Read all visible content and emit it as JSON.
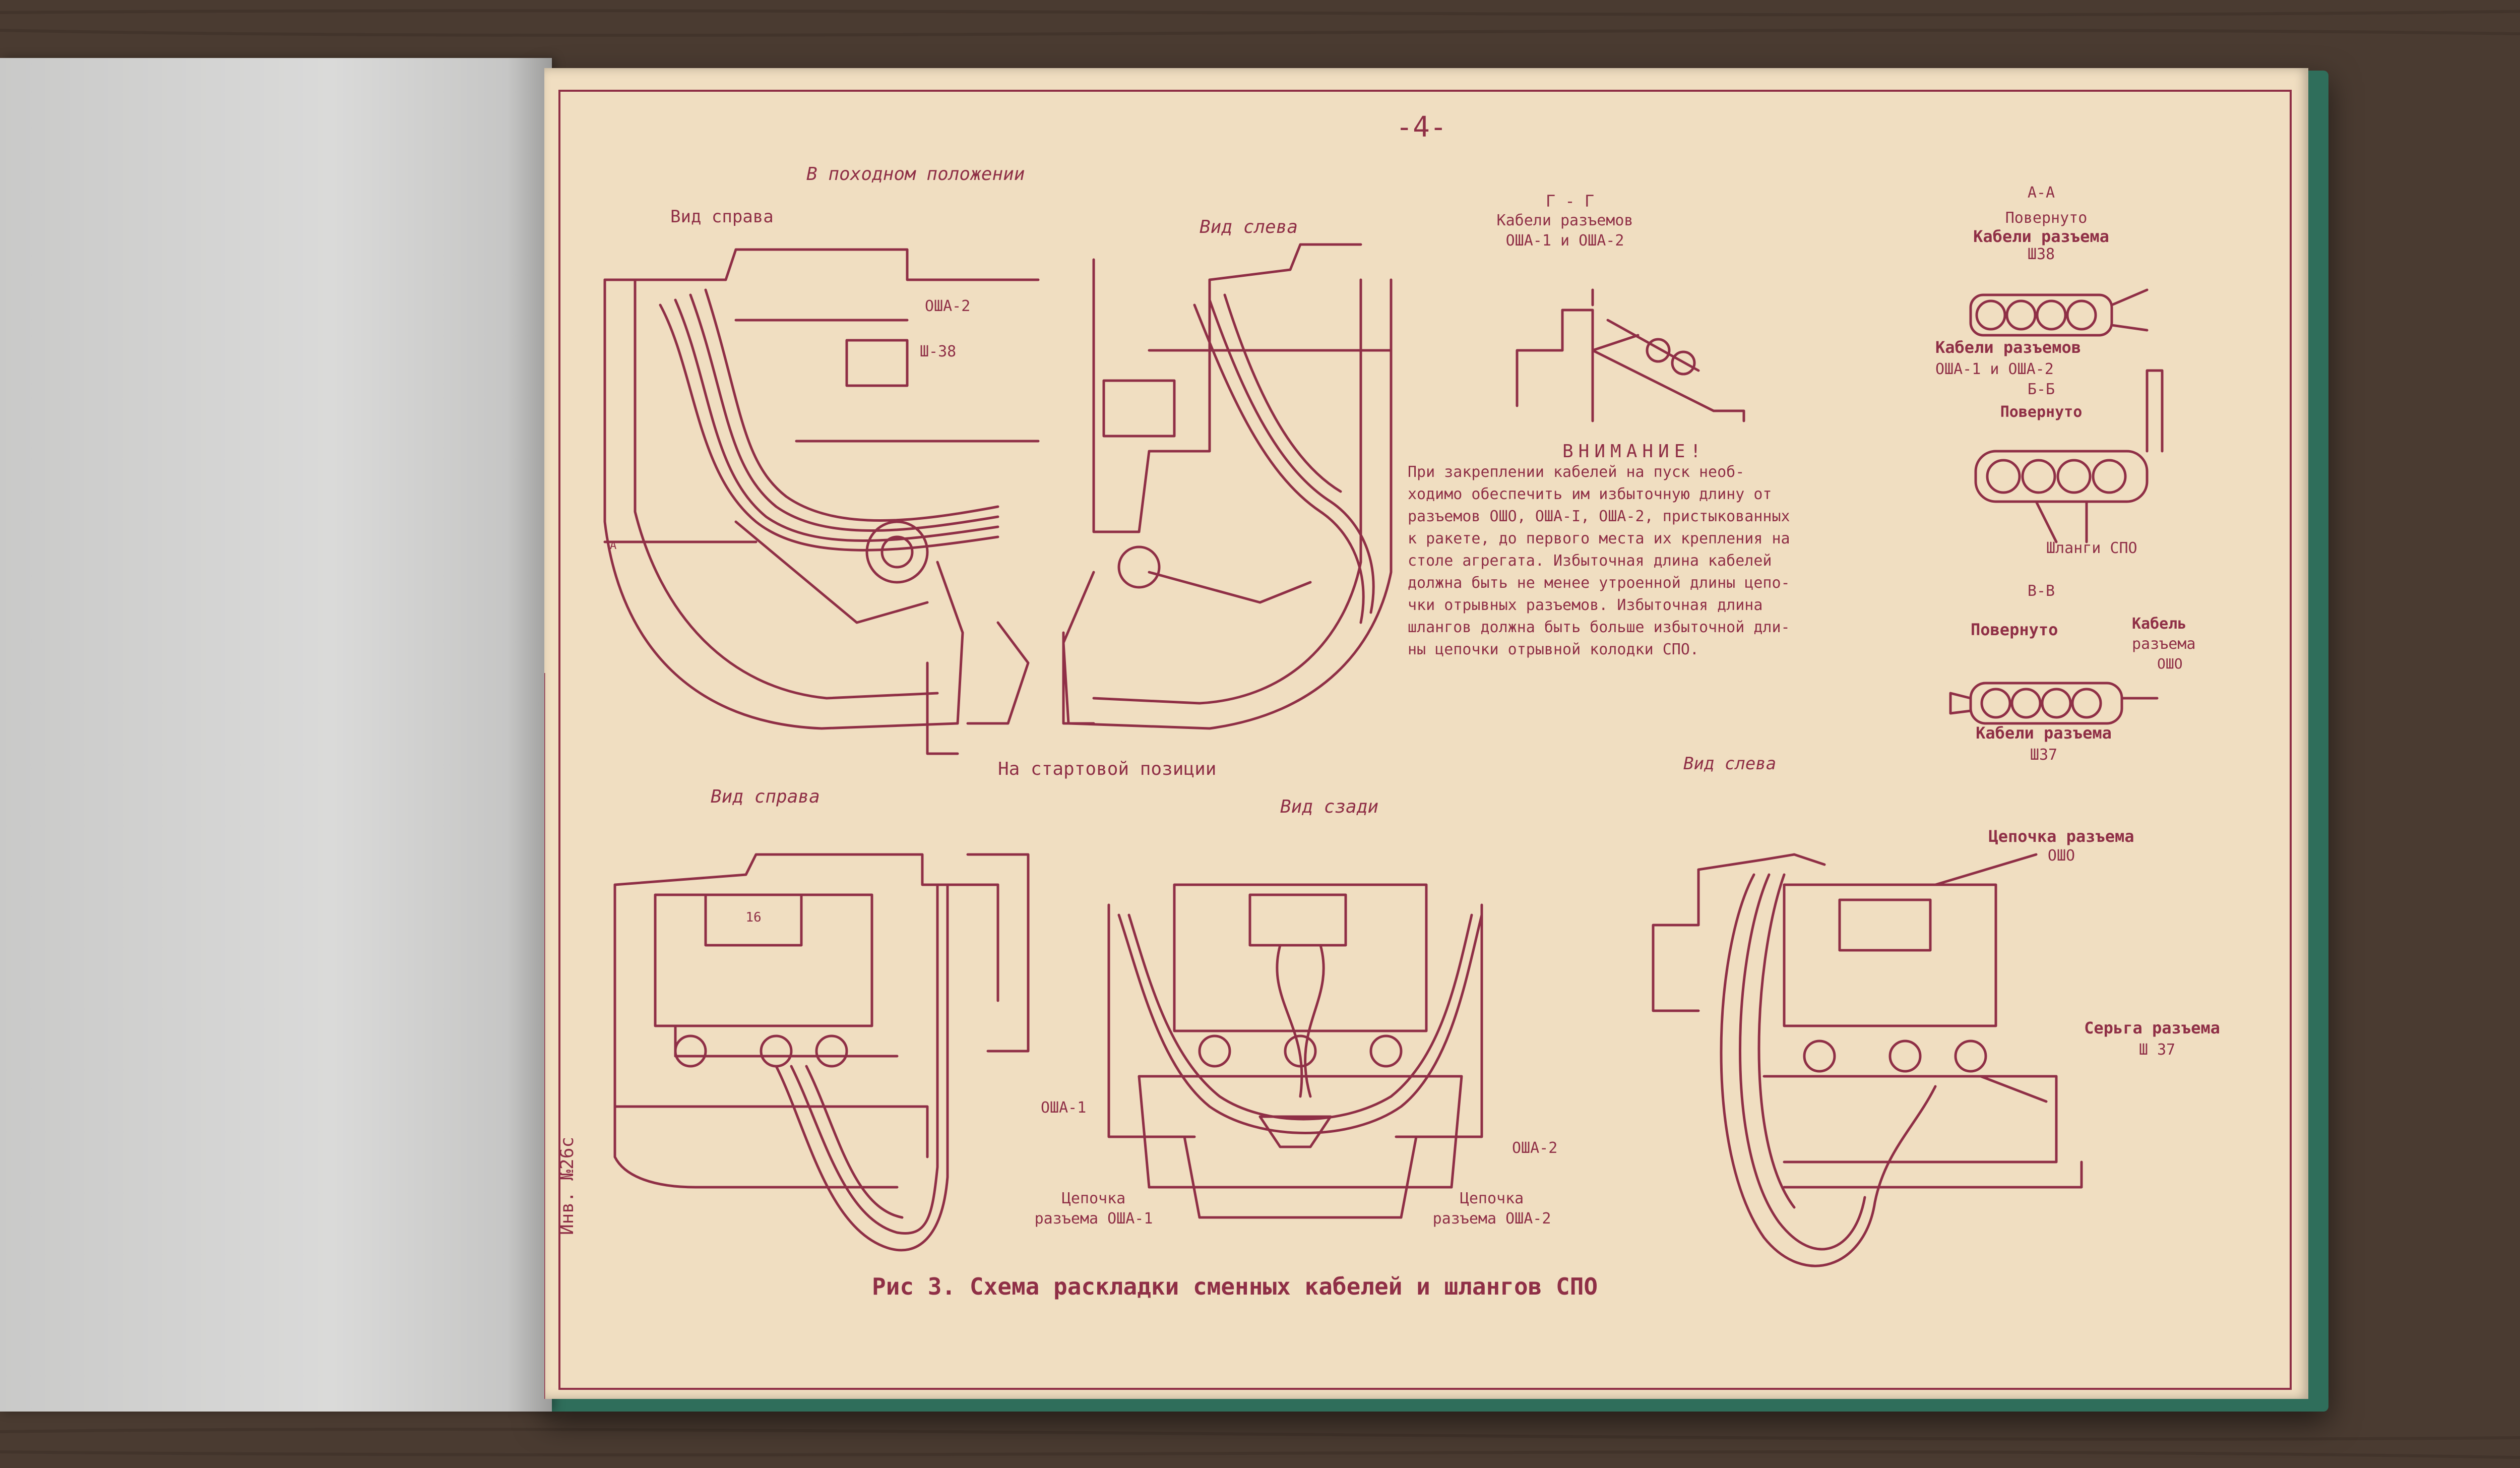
{
  "page_number": "-4-",
  "left_tab": "Инв. №26с",
  "section_top": {
    "title": "В походном положении",
    "right_view": "Вид справа",
    "left_view": "Вид слева",
    "labels": {
      "osha2": "ОША-2",
      "sh38": "Ш-38",
      "a": "А"
    }
  },
  "section_gg": {
    "title": "Г - Г",
    "caption_line1": "Кабели разъемов",
    "caption_line2": "ОША-1 и ОША-2"
  },
  "section_aa": {
    "title": "А-А",
    "rotated": "Повернуто",
    "cable_line1": "Кабели разъема",
    "cable_line2": "Ш38",
    "cables_below_line1": "Кабели разъемов",
    "cables_below_line2": "ОША-1 и ОША-2"
  },
  "section_bb": {
    "title": "Б-Б",
    "rotated": "Повернуто",
    "hoses": "Шланги СПО"
  },
  "section_vv": {
    "title": "В-В",
    "rotated": "Повернуто",
    "cable_right_line1": "Кабель",
    "cable_right_line2": "разъема",
    "cable_right_line3": "ОШО",
    "cable_below_line1": "Кабели разъема",
    "cable_below_line2": "Ш37"
  },
  "notice": {
    "title": "ВНИМАНИЕ!",
    "lines": [
      "    При закреплении кабелей на пуск необ-",
      "ходимо обеспечить им избыточную длину от",
      "разъемов ОШО, ОША-I, ОША-2, пристыкованных",
      "к ракете, до первого места их крепления на",
      "столе агрегата. Избыточная длина кабелей",
      "должна быть не менее утроенной длины цепо-",
      "чки отрывных разъемов. Избыточная длина",
      "шлангов должна быть больше избыточной дли-",
      "ны цепочки отрывной колодки СПО."
    ]
  },
  "section_bottom": {
    "title": "На стартовой позиции",
    "right_view": "Вид справа",
    "rear_view": "Вид сзади",
    "left_view": "Вид слева",
    "labels": {
      "osha1": "ОША-1",
      "osha2": "ОША-2",
      "chain1_line1": "Цепочка",
      "chain1_line2": "разъема ОША-1",
      "chain2_line1": "Цепочка",
      "chain2_line2": "разъема ОША-2",
      "chain_osho_line1": "Цепочка разъема",
      "chain_osho_line2": "ОШО",
      "earring_line1": "Серьга разъема",
      "earring_line2": "Ш 37",
      "box16": "16"
    }
  },
  "figure_caption": "Рис 3. Схема раскладки сменных кабелей и шлангов СПО",
  "colors": {
    "ink": "#8f2f46",
    "paper": "#f0dec1",
    "cover": "#2f6e5b",
    "table": "#4a3b31"
  }
}
